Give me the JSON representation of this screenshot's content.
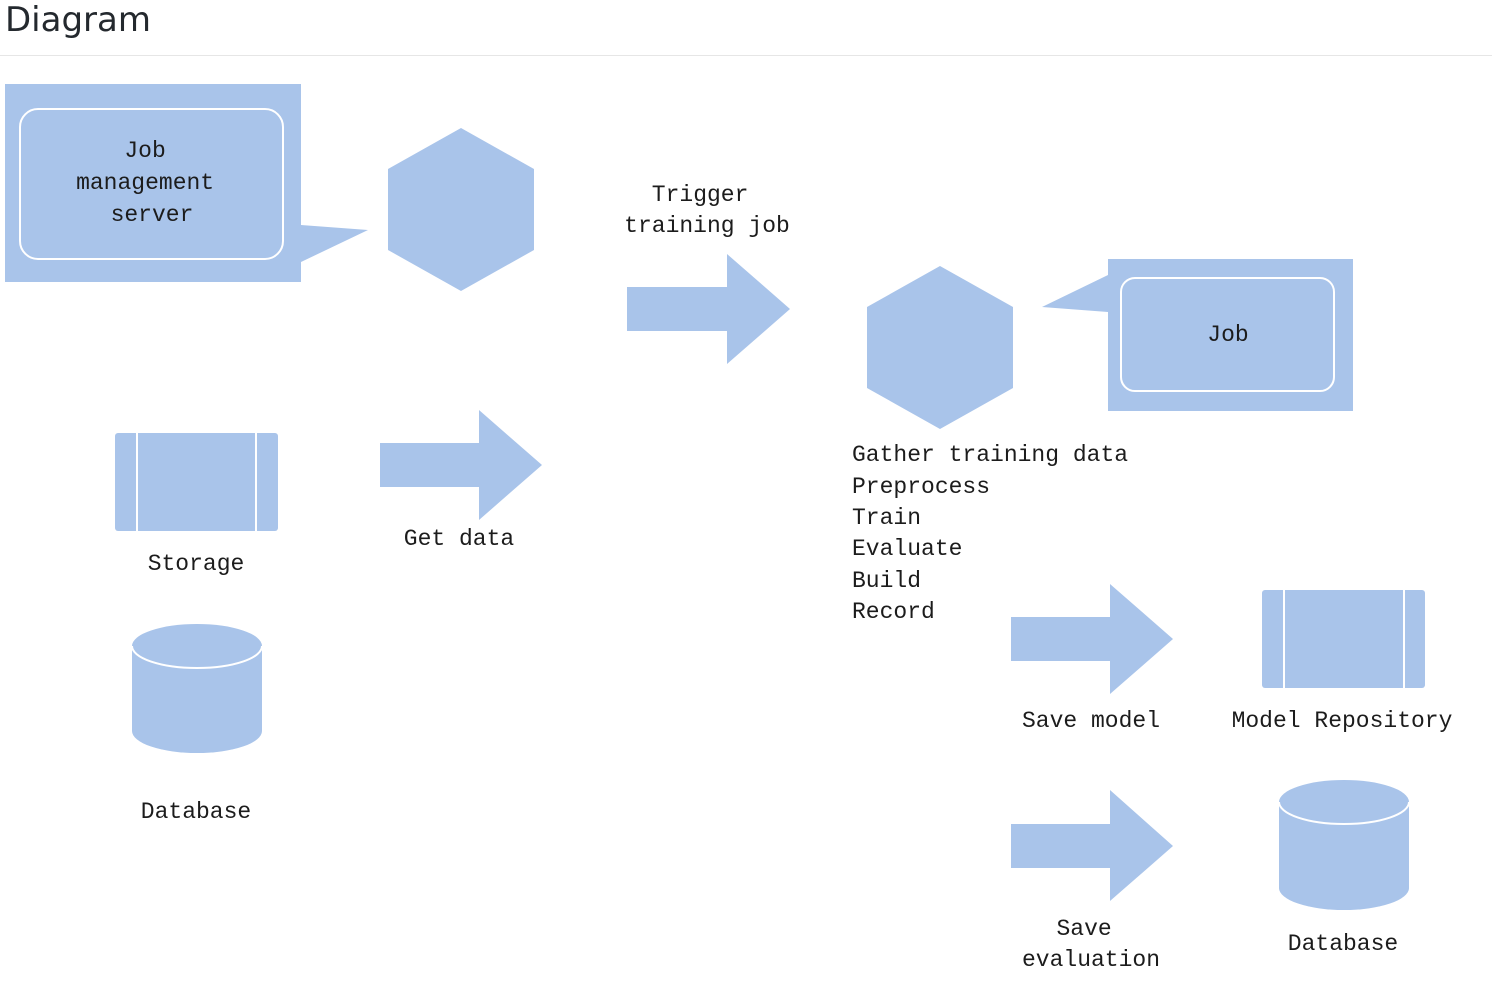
{
  "page": {
    "title": "Diagram"
  },
  "colors": {
    "shape_fill": "#a9c4ea",
    "inner_stroke": "#ffffff",
    "text": "#1c1c1c"
  },
  "diagram": {
    "job_management_server": {
      "lines": [
        "Job",
        "management",
        "server"
      ]
    },
    "trigger_arrow": {
      "lines": [
        "Trigger",
        "training job"
      ]
    },
    "job": {
      "lines": [
        "Job"
      ]
    },
    "steps": {
      "lines": [
        "Gather training data",
        "Preprocess",
        "Train",
        "Evaluate",
        "Build",
        "Record"
      ]
    },
    "storage": {
      "label": "Storage"
    },
    "get_data_arrow": {
      "label": "Get data"
    },
    "database_left": {
      "label": "Database"
    },
    "save_model_arrow": {
      "label": "Save model"
    },
    "model_repository": {
      "label": "Model Repository"
    },
    "save_evaluation_arrow": {
      "lines": [
        "Save",
        "evaluation"
      ]
    },
    "database_right": {
      "label": "Database"
    }
  }
}
